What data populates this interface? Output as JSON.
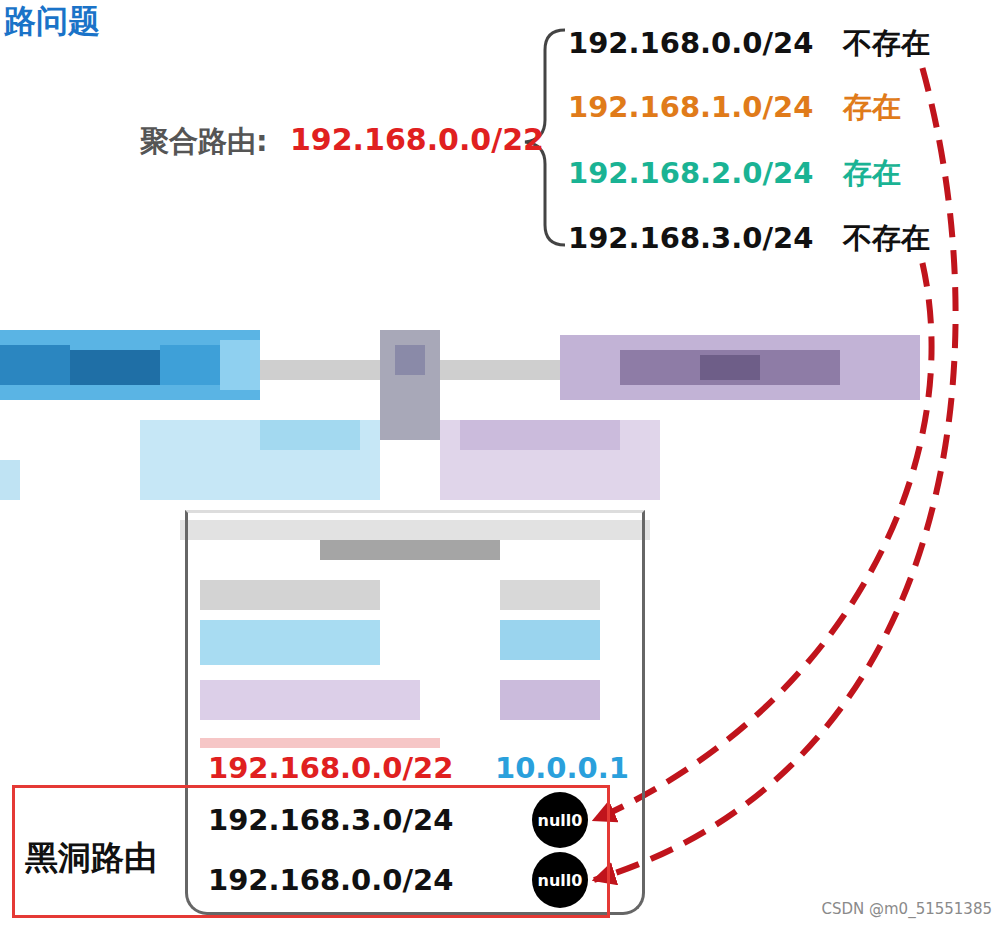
{
  "diagram": {
    "title": "路问题",
    "nodes": [
      {
        "text": [
          "192.168.0.0/24",
          "不存在"
        ]
      },
      {
        "text": [
          "192.168.1.0/24",
          "存在"
        ]
      },
      {
        "text": [
          "192.168.2.0/24",
          "存在"
        ]
      },
      {
        "text": [
          "192.168.3.0/24",
          "不存在"
        ]
      },
      {
        "text": [
          "192.168.0.0/22",
          "10.0.0.1"
        ]
      },
      {
        "text": [
          "黑洞路由",
          "192.168.3.0/24",
          "192.168.0.0/24"
        ]
      },
      {
        "text": [
          "null0"
        ],
        "in": 5
      },
      {
        "text": [
          "null0"
        ],
        "in": 5
      }
    ],
    "edges": [
      {
        "from": 0,
        "to": 7,
        "arrow": "to"
      },
      {
        "from": 3,
        "to": 6,
        "arrow": "to"
      }
    ],
    "labels": [
      "聚合路由:",
      "192.168.0.0/22",
      "CSDN @m0_51551385"
    ]
  }
}
